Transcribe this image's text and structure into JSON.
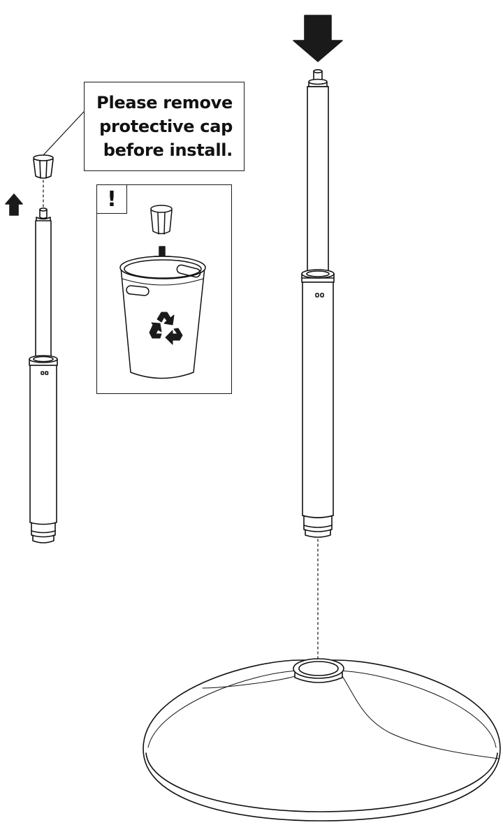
{
  "note": {
    "lines": [
      "Please remove",
      "protective cap",
      "before install."
    ]
  },
  "warning": {
    "mark": "!"
  },
  "icons": {
    "insert_arrow": "down-arrow-icon",
    "lift_arrow": "up-arrow-icon",
    "discard_arrow": "down-arrow-icon",
    "recycle": "recycle-icon",
    "cap": "protective-cap-icon",
    "bin": "trash-bin-icon"
  },
  "colors": {
    "ink": "#111111",
    "background": "#ffffff"
  }
}
